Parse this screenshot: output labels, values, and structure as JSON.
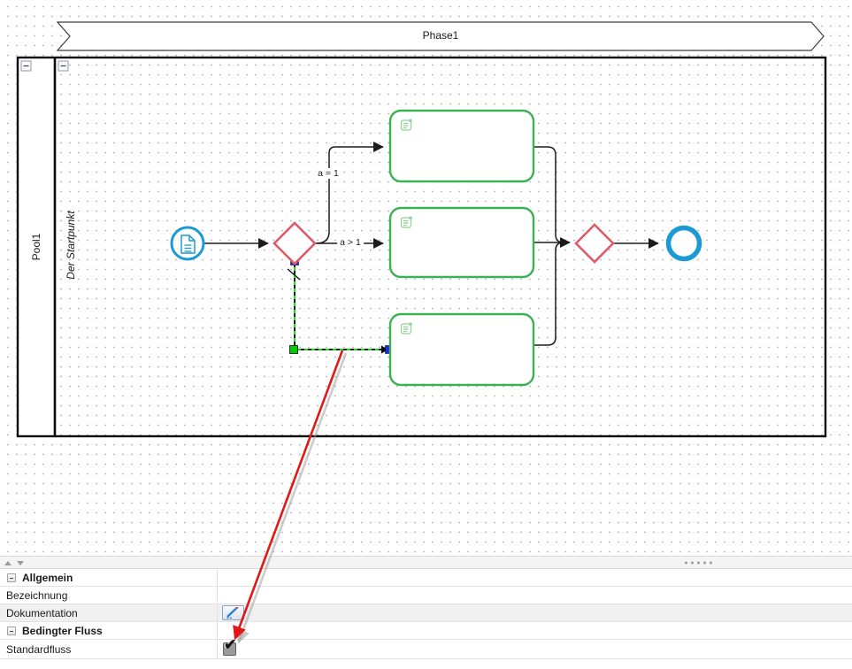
{
  "diagram": {
    "phase_label": "Phase1",
    "pool_label": "Pool1",
    "lane_label": "Der Startpunkt",
    "flow_labels": {
      "to_top_task": "a = 1",
      "to_middle_task": "a > 1"
    },
    "nodes": [
      {
        "type": "start-event"
      },
      {
        "type": "exclusive-gateway"
      },
      {
        "type": "script-task"
      },
      {
        "type": "script-task"
      },
      {
        "type": "script-task"
      },
      {
        "type": "exclusive-gateway"
      },
      {
        "type": "end-event"
      }
    ],
    "selected_flow": {
      "default_flow_marker": true
    }
  },
  "colors": {
    "event_stroke": "#1b9ad6",
    "gateway_stroke": "#dd5c68",
    "task_stroke": "#3cb054",
    "selection_dash_green": "#00cc00",
    "handle_blue": "#1e2bd2",
    "annotation_arrow_red": "#e01818"
  },
  "properties": {
    "sections": [
      {
        "title": "Allgemein"
      },
      {
        "title": "Bedingter Fluss"
      }
    ],
    "rows": [
      {
        "label": "Bezeichnung"
      },
      {
        "label": "Dokumentation"
      },
      {
        "label": "Standardfluss",
        "checked": true
      }
    ],
    "checkbox_glyph": "✔"
  }
}
